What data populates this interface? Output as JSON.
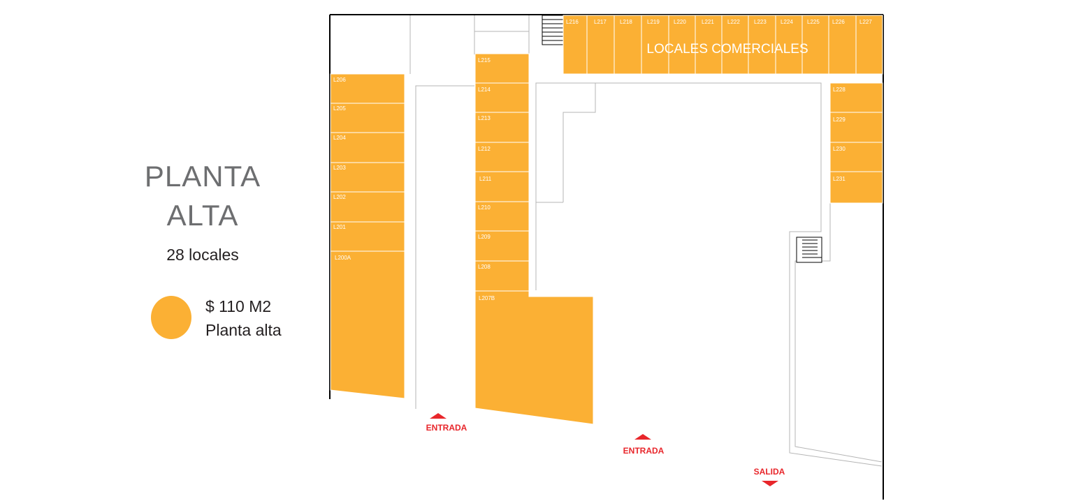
{
  "heading": {
    "line1": "PLANTA",
    "line2": "ALTA"
  },
  "summary": "28 locales",
  "legend": {
    "price": "$ 110 M2",
    "label": "Planta alta",
    "color": "#fbb034"
  },
  "area_label": "LOCALES COMERCIALES",
  "markers": {
    "entrada": "ENTRADA",
    "salida": "SALIDA"
  },
  "locales": {
    "L200A": "L200A",
    "L201": "L201",
    "L202": "L202",
    "L203": "L203",
    "L204": "L204",
    "L205": "L205",
    "L206": "L206",
    "L207B": "L207B",
    "L208": "L208",
    "L209": "L209",
    "L210": "L210",
    "L211": "L211",
    "L212": "L212",
    "L213": "L213",
    "L214": "L214",
    "L215": "L215",
    "L216": "L216",
    "L217": "L217",
    "L218": "L218",
    "L219": "L219",
    "L220": "L220",
    "L221": "L221",
    "L222": "L222",
    "L223": "L223",
    "L224": "L224",
    "L225": "L225",
    "L226": "L226",
    "L227": "L227",
    "L228": "L228",
    "L229": "L229",
    "L230": "L230",
    "L231": "L231"
  },
  "colors": {
    "unit": "#fbb034",
    "arrow": "#e8262b"
  }
}
